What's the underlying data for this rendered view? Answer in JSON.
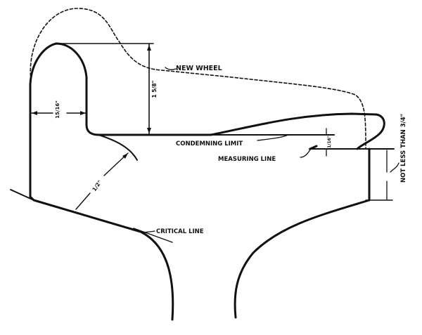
{
  "labels": {
    "new_wheel": "NEW WHEEL",
    "condemning_limit": "CONDEMNING LIMIT",
    "measuring_line": "MEASURING LINE",
    "critical_line": "CRITICAL LINE",
    "not_less_than": "NOT LESS THAN 3/4\""
  },
  "dimensions": {
    "flange_thickness": "15/16\"",
    "flange_height": "1 5/8\"",
    "throat": "1/2\"",
    "limit_offset": "1/16\""
  },
  "colors": {
    "ink": "#111111",
    "paper": "#ffffff"
  }
}
